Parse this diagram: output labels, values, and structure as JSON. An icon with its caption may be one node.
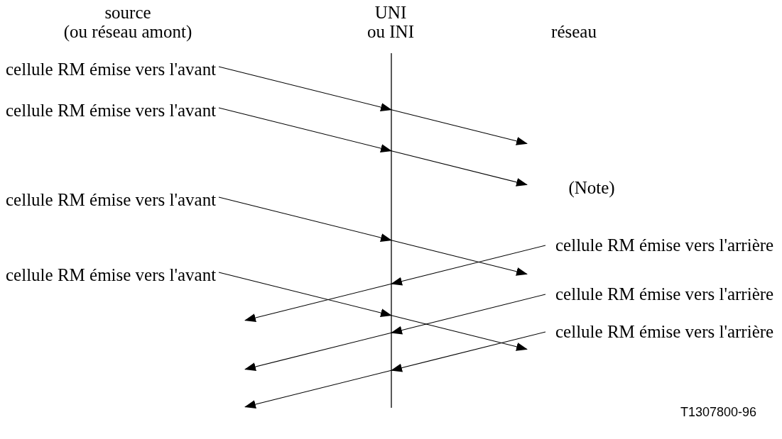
{
  "diagram": {
    "nodes": [
      {
        "text": [
          "cellule RM émise vers l'avant"
        ]
      },
      {
        "text": [
          "cellule RM émise vers l'avant"
        ]
      },
      {
        "text": [
          "cellule RM émise vers l'avant"
        ]
      },
      {
        "text": [
          "cellule RM émise vers l'avant"
        ]
      },
      {
        "text": [
          "cellule RM émise vers l'arrière"
        ]
      },
      {
        "text": [
          "cellule RM émise vers l'arrière"
        ]
      },
      {
        "text": [
          "cellule RM émise vers l'arrière"
        ]
      }
    ],
    "edges": [
      {
        "from": 0,
        "to": null,
        "arrow": "to"
      },
      {
        "from": 1,
        "to": null,
        "arrow": "to"
      },
      {
        "from": 2,
        "to": null,
        "arrow": "to"
      },
      {
        "from": 3,
        "to": null,
        "arrow": "to"
      },
      {
        "from": 4,
        "to": null,
        "arrow": "to"
      },
      {
        "from": 5,
        "to": null,
        "arrow": "to"
      },
      {
        "from": 6,
        "to": null,
        "arrow": "to"
      }
    ],
    "labels": [
      "source",
      "UNI",
      "(ou réseau amont)",
      "ou INI",
      "réseau",
      "(Note)",
      "T1307800-96"
    ]
  }
}
